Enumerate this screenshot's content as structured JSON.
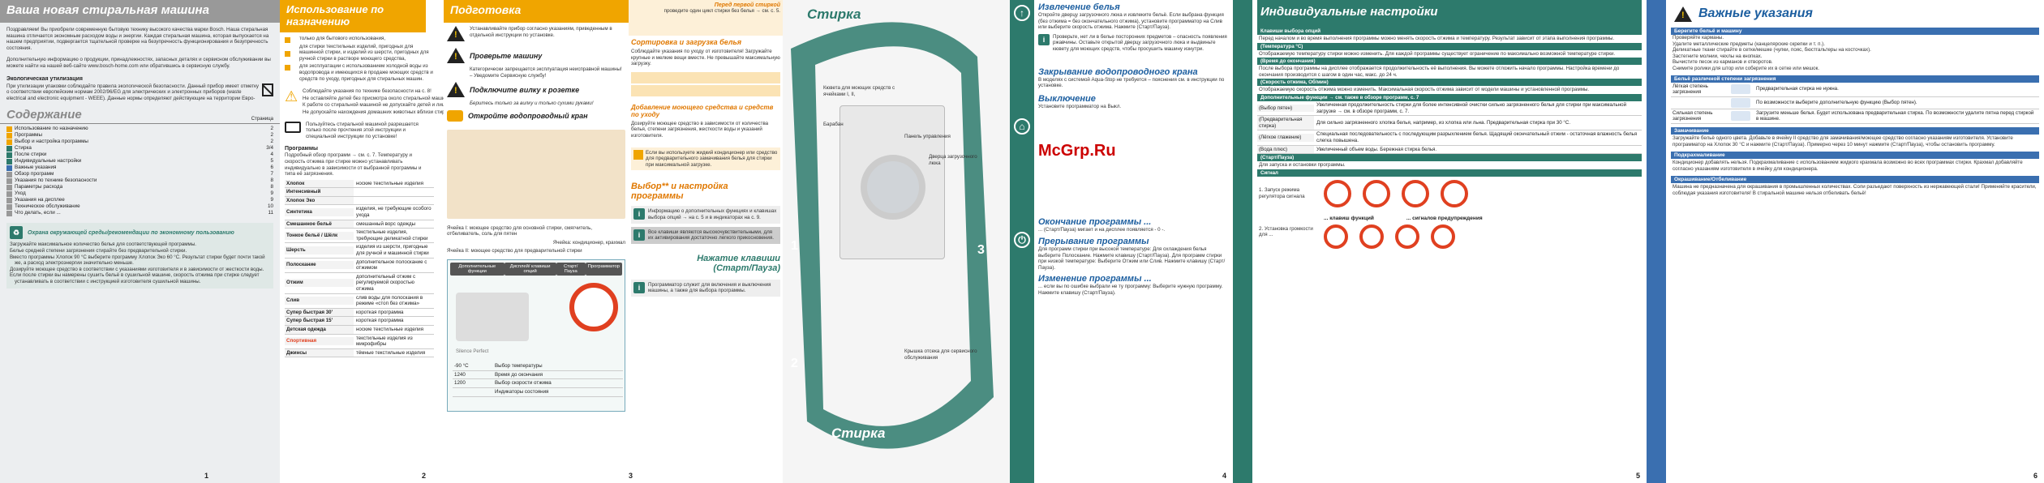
{
  "p1": {
    "title": "Ваша новая стиральная машина",
    "intro": "Поздравляем! Вы приобрели современную бытовую технику высокого качества марки Bosch. Наша стиральная машина отличается экономным расходом воды и энергии. Каждая стиральная машина, которая выпускается на нашем предприятии, подвергается тщательной проверке на безупречность функционирования и безупречность состояния.",
    "site": "Дополнительную информацию о продукции, принадлежностях, запасных деталях и сервисном обслуживании вы можете найти на нашей веб-сайте www.bosch-home.com или обратившись в сервисную службу.",
    "eco_h": "Экологическая утилизация",
    "eco": "При утилизации упаковки соблюдайте правила экологической безопасности. Данный прибор имеет отметку о соответствии европейским нормам 2002/96/EG для электрических и электронных приборов (waste electrical and electronic equipment - WEEE). Данные нормы определяют действующие на территории Евро-",
    "toc_title": "Содержание",
    "toc_page": "Страница",
    "toc": [
      [
        "Использование по назначению",
        "2"
      ],
      [
        "Программы",
        "2"
      ],
      [
        "Выбор и настройка программы",
        "2"
      ],
      [
        "Стирка",
        "3/4"
      ],
      [
        "После стирки",
        "4"
      ],
      [
        "Индивидуальные настройки",
        "5"
      ],
      [
        "Важные указания",
        "6"
      ],
      [
        "Обзор программ",
        "7"
      ],
      [
        "Указания по технике безопасности",
        "8"
      ],
      [
        "Параметры расхода",
        "8"
      ],
      [
        "Уход",
        "9"
      ],
      [
        "Указания на дисплее",
        "9"
      ],
      [
        "Техническое обслуживание",
        "10"
      ],
      [
        "Что делать, если ...",
        "11"
      ]
    ],
    "env_title": "Охрана окружающей среды/рекомендации по экономному пользованию",
    "env": [
      "Загружайте максимальное количество белья для соответствующей программы.",
      "Белье средней степени загрязнения стирайте без предварительной стирки.",
      "Вместо программы Хлопок 90 °C выберите программу Хлопок Эко 60 °C. Результат стирки будет почти такой же, а расход электроэнергии значительно меньше.",
      "Дозируйте моющее средство в соответствии с указаниями изготовителя и в зависимости от жесткости воды.",
      "Если после стирки вы намерены сушить бельё в сушильной машине, скорость отжима при стирке следует устанавливать в соответствии с инструкцией изготовителя сушильной машины."
    ],
    "pn": "1"
  },
  "p2": {
    "title": "Использование по назначению",
    "uses": [
      "только для бытового использования,",
      "для стирки текстильных изделий, пригодных для машинной стирки, и изделий из шерсти, пригодных для ручной стирки в растворе моющего средства,",
      "для эксплуатации с использованием холодной воды из водопровода и имеющихся в продаже моющих средств и средств по уходу, пригодных для стиральных машин."
    ],
    "kids": [
      "Соблюдайте указания по технике безопасности на с. 8!",
      "Не оставляйте детей без присмотра около стиральной машины!",
      "К работе со стиральной машиной не допускайте детей и лиц, не прошедших соответствующий инструктаж.",
      "Не допускайте нахождения домашних животных вблизи стиральной машины!"
    ],
    "manual": "Пользуйтесь стиральной машиной разрешается только после прочтения этой инструкции и специальной инструкции по установке!",
    "prog_h": "Программы",
    "prog_intro": "Подробный обзор программ → см. с. 7. Температуру и скорость отжима при стирке можно устанавливать индивидуально в зависимости от выбранной программы и типа её загрязнения.",
    "programs": [
      [
        "Хлопок",
        "ноские текстильные изделия"
      ],
      [
        "Интенсивный",
        ""
      ],
      [
        "Хлопок Эко",
        ""
      ],
      [
        "Синтетика",
        "изделия, не требующие особого ухода"
      ],
      [
        "Смешанное бельё",
        "смешанный ворс одежды"
      ],
      [
        "Тонкое бельё / Шёлк",
        "текстильные изделия, требующие деликатной стирки"
      ],
      [
        "Шерсть",
        "изделия из шерсти, пригодные для ручной и машинной стирки"
      ],
      [
        "Полоскание",
        "дополнительное полоскание с отжимом"
      ],
      [
        "Отжим",
        "дополнительный отжим с регулируемой скоростью отжима"
      ],
      [
        "Слив",
        "слив воды для полоскания в режиме «стоп без отжима»"
      ],
      [
        "Супер быстрая 30'",
        "короткая программа"
      ],
      [
        "Супер быстрая 15'",
        "короткая программа"
      ],
      [
        "Детская одежда",
        "ноские текстильные изделия"
      ],
      [
        "Спортивная",
        "текстильные изделия из микрофибры"
      ],
      [
        "Джинсы",
        "тёмные текстильные изделия"
      ]
    ],
    "pn": "2"
  },
  "p3": {
    "title": "Подготовка",
    "before": "Перед первой стиркой",
    "before_sub": "проведите один цикл стирки без белья → см. с. 5.",
    "steps": [
      "Устанавливайте прибор согласно указаниям, приведенным в отдельной инструкции по установке.",
      "Проверьте машину",
      "Категорически запрещается эксплуатация неисправной машины! – Уведомите Сервисную службу!",
      "Подключите вилку к розетке",
      "Беритесь только за вилку и только сухими руками!",
      "Откройте водопроводный кран"
    ],
    "sort_h": "Сортировка и загрузка белья",
    "sort": "Соблюдайте указания по уходу от изготовителя! Загружайте крупные и мелкие вещи вместе. Не превышайте максимальную загрузку.",
    "add_h": "Добавление моющего средства и средств по уходу",
    "add": "Дозируйте моющее средство в зависимости от количества белья, степени загрязнения, жесткости воды и указаний изготовителя.",
    "cell1": "Ячейка I: моющее средство для основной стирки, смягчитель, отбеливатель, соль для пятен",
    "cell2": "Ячейка: кондиционер, крахмал",
    "cell3": "Ячейка II: моющее средство для предварительной стирки",
    "liquid": "Если вы используете жидкий кондиционер или средство для предварительного замачивания белья для стирки при максимальной загрузке.",
    "sel_h": "Выбор** и настройка программы",
    "controls": [
      "Дополнительные функции",
      "Дисплей/ клавиши опций",
      "Старт/ Пауза",
      "Программатор"
    ],
    "disp": [
      [
        "-90 °C",
        "Выбор температуры"
      ],
      [
        "1240",
        "Время до окончания"
      ],
      [
        "1200",
        "Выбор скорости отжима"
      ],
      [
        "",
        "Индикаторы состояния"
      ]
    ],
    "info1": "Информацию о дополнительных функциях и клавишах выбора опций → на с. 5 и в индикаторах на с. 9.",
    "info2": "Все клавиши являются высокочувствительными, для их активирования достаточно легкого прикосновения.",
    "press": "Нажатие клавиши",
    "press2": "(Старт/Пауза)",
    "info3": "Программатор служит для включения и выключения машины, а также для выбора программы.",
    "brand": "Silence Perfect",
    "pn": "3"
  },
  "p3b": {
    "title": "Стирка",
    "title2": "Стирка",
    "labels": [
      "Кювета для моющих средств с ячейками I, II,",
      "Барабан",
      "Панель управления",
      "Дверца загрузочного люка",
      "Крышка отсека для сервисного обслуживания"
    ],
    "n1": "1",
    "n2": "2",
    "n3": "3"
  },
  "p4": {
    "h1": "Извлечение белья",
    "t1": "Откройте дверцу загрузочного люка и извлеките бельё. Если выбрана функция (без отжима = без окончательного отжима), установите программатор на Слив или выберите скорость отжима. Нажмите (Старт/Пауза).",
    "i1": "Проверьте, нет ли в белье посторонних предметов – опасность появления ржавчины. Оставьте открытой дверцу загрузочного люка и выдвиньте кювету для моющих средств, чтобы просушить машину изнутри.",
    "h2": "Закрывание водопроводного крана",
    "t2": "В моделях с системой Aqua-Stop не требуется – пояснения см. в инструкции по установке.",
    "h3": "Выключение",
    "t3": "Установите программатор на Выкл.",
    "h4": "Окончание программы ...",
    "t4": "... (Старт/Пауза) мигает и на дисплее появляется - 0 -.",
    "h5": "Прерывание программы",
    "t5": "Для программ стирки при высокой температуре: Для охлаждения белья выберите Полоскание. Нажмите клавишу (Старт/Пауза). Для программ стирки при низкой температуре: Выберите Отжим или Слив. Нажмите клавишу (Старт/Пауза).",
    "h6": "Изменение программы ...",
    "t6": "... если вы по ошибке выбрали не ту программу: Выберите нужную программу. Нажмите клавишу (Старт/Пауза).",
    "pn": "4",
    "mcgrp": "McGrp.Ru"
  },
  "p5": {
    "title": "Индивидуальные настройки",
    "opt_h": "Клавиши выбора опций",
    "opt": "Перед началом и во время выполнения программы можно менять скорость отжима и температуру. Результат зависит от этапа выполнения программы.",
    "temp_h": "(Температура °C)",
    "temp": "Отображаемую температуру стирки можно изменить. Для каждой программы существует ограничение по максимально возможной температуре стирки.",
    "time_h": "(Время до окончания)",
    "time": "После выбора программы на дисплее отображается продолжительность её выполнения. Вы можете отложить начало программы. Настройка времени до окончания производится с шагом в один час, макс. до 24 ч.",
    "spin_h": "(Скорость отжима, Об/мин)",
    "spin": "Отображаемую скорость отжима можно изменить. Максимальная скорость отжима зависит от модели машины и установленной программы.",
    "add_h": "Дополнительные функции → см. также в обзоре программ, с. 7",
    "funcs": [
      [
        "(Выбор пятен)",
        "Увеличенная продолжительность стирки для более интенсивной очистки сильно загрязненного белья для стирки при максимальной загрузке → см. в обзоре программ, с. 7."
      ],
      [
        "(Предварительная стирка)",
        "Для сильно загрязненного хлопка белья, например, из хлопка или льна. Предварительная стирка при 30 °C."
      ],
      [
        "(Лёгкое глажение)",
        "Специальная последовательность с последующим разрыхлением белья. Щадящий окончательный отжим - остаточная влажность белья слегка повышена."
      ],
      [
        "(Вода плюс)",
        "Увеличенный объем воды. Бережная стирка белья."
      ]
    ],
    "start_h": "(Старт/Пауза)",
    "start": "Для запуска и остановки программы.",
    "sig_h": "Сигнал",
    "sig1": "1. Запуск режима регулятора сигнала",
    "sig2": "2. Установка громкости для ...",
    "keys": "... клавиш функций",
    "warnings": "... сигналов предупреждения",
    "pn": "5"
  },
  "p6": {
    "title": "Важные указания",
    "care_h": "Берегите бельё и машину",
    "care": [
      "Проверяйте карманы.",
      "Удалите металлические предметы (канцелярские скрепки и т. п.).",
      "Деликатные ткани стирайте в сетке/мешке (чулки, пояс, бюстгальтеры на косточках).",
      "Застегните молнии, чехлы на кнопках.",
      "Вычистите песок из карманов и отворотов.",
      "Снимите ролики для штор или соберите их в сетке или мешок."
    ],
    "dirt_h": "Бельё различной степени загрязнения",
    "dirt": [
      [
        "Лёгкая степень загрязнения",
        "Предварительная стирка не нужна."
      ],
      [
        "",
        "По возможности выберите дополнительную функцию (Выбор пятен)."
      ],
      [
        "Сильная степень загрязнения",
        "Загрузите меньше белья. Будет использована предварительная стирка. По возможности удалите пятна перед стиркой в машине."
      ]
    ],
    "soak_h": "Замачивание",
    "soak": "Загружайте бельё одного цвета. Добавьте в ячейку II средство для замачивания/моющее средство согласно указаниям изготовителя. Установите программатор на Хлопок 30 °C и нажмите (Старт/Пауза). Примерно через 10 минут нажмите (Старт/Пауза), чтобы остановить программу.",
    "starch_h": "Подкрахмаливание",
    "starch": "Кондиционер добавлять нельзя. Подкрахмаливание с использованием жидкого крахмала возможно во всех программах стирки. Крахмал добавляйте согласно указаниям изготовителя в ячейку для кондиционера.",
    "bleach_h": "Окрашивание/Отбеливание",
    "bleach": "Машина не предназначена для окрашивания в промышленных количествах. Соли разъедают поверхность из нержавеющей стали! Применяйте красители, соблюдая указания изготовителя! В стиральной машине нельзя отбеливать бельё!",
    "pn": "6"
  },
  "colors": {
    "orange": "#f0a500",
    "green": "#2d7a6c",
    "blue": "#3a6fb0",
    "grey": "#999999"
  }
}
